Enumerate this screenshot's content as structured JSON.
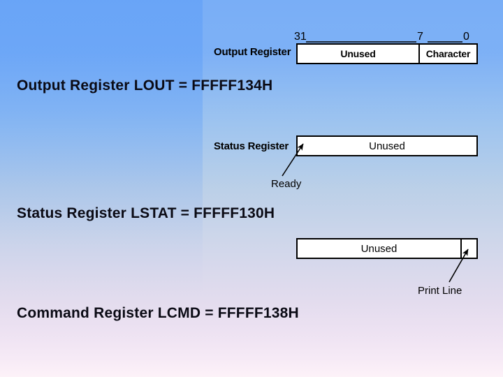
{
  "slide": {
    "background": {
      "top_color": "#74ABF6",
      "bottom_color": "#FDF2F8",
      "left_band_color": "#6FA8F5"
    }
  },
  "registers": [
    {
      "id": "output-register",
      "label": "Output Register",
      "bit_ticks": [
        {
          "value": "31",
          "align": "left"
        },
        {
          "value": "7",
          "align": "mid"
        },
        {
          "value": "0",
          "align": "right"
        }
      ],
      "fields": [
        {
          "name": "Unused"
        },
        {
          "name": "Character"
        }
      ]
    },
    {
      "id": "status-register",
      "label": "Status Register",
      "bit_ticks": [],
      "fields": [
        {
          "name": ""
        },
        {
          "name": "Unused"
        }
      ],
      "callout": {
        "text": "Ready"
      }
    },
    {
      "id": "command-register",
      "label": "",
      "bit_ticks": [],
      "fields": [
        {
          "name": "Unused"
        },
        {
          "name": ""
        }
      ],
      "callout": {
        "text": "Print Line"
      }
    }
  ],
  "equations": [
    {
      "id": "output-equation",
      "text": "Output Register   LOUT = FFFFF134H"
    },
    {
      "id": "status-equation",
      "text": "Status Register  LSTAT = FFFFF130H"
    },
    {
      "id": "command-equation",
      "text": "Command Register  LCMD = FFFFF138H"
    }
  ]
}
